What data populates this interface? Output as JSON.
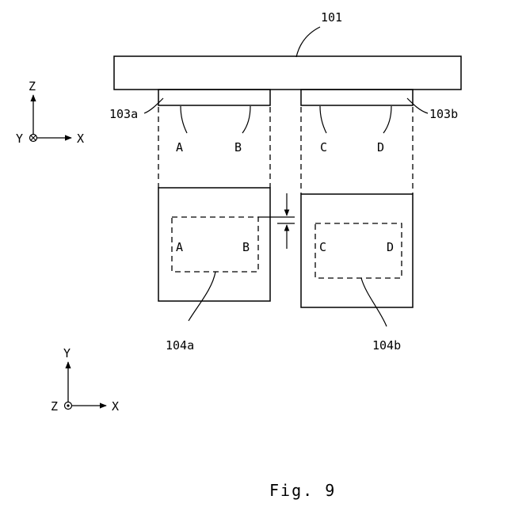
{
  "labels": {
    "top_plate": "101",
    "left_sensor": "103a",
    "right_sensor": "103b",
    "left_projection": "104a",
    "right_projection": "104b"
  },
  "letters_top": {
    "a": "A",
    "b": "B",
    "c": "C",
    "d": "D"
  },
  "letters_bottom": {
    "a": "A",
    "b": "B",
    "c": "C",
    "d": "D"
  },
  "axes_side": {
    "vertical": "Z",
    "out_of_page": "Y",
    "horizontal": "X"
  },
  "axes_plan": {
    "vertical": "Y",
    "out_of_page": "Z",
    "horizontal": "X"
  },
  "caption": "Fig. 9"
}
